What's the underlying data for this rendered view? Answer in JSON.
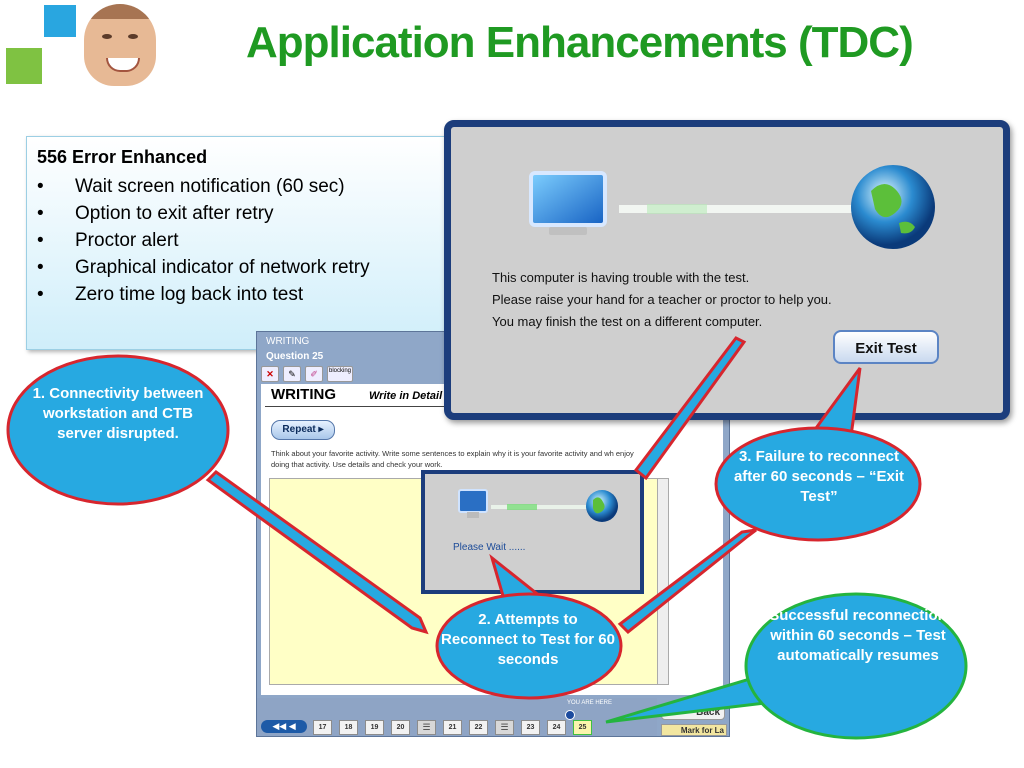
{
  "header": {
    "title": "Application Enhancements (TDC)"
  },
  "info_box": {
    "title": "556 Error Enhanced",
    "bullets": [
      "Wait screen notification (60 sec)",
      "Option to exit after retry",
      "Proctor alert",
      "Graphical indicator of network retry",
      "Zero time log back into test"
    ]
  },
  "test_app": {
    "section": "WRITING",
    "question": "Question  25",
    "tool_label": "blocking",
    "heading": "WRITING",
    "subheading": "Write in Detail",
    "repeat_label": "Repeat ▸",
    "prompt": "Think about your favorite activity. Write some sentences to explain why it is your favorite activity and wh enjoy doing that activity. Use details and check your work.",
    "you_are_here": "YOU ARE HERE",
    "questions": [
      "17",
      "18",
      "19",
      "20",
      "21",
      "22",
      "23",
      "24",
      "25"
    ],
    "current_question": "25",
    "back_label": "Back",
    "mark_label": "Mark for La"
  },
  "dialog": {
    "lines": [
      "This computer is having trouble with the test.",
      "Please raise your hand for a teacher or proctor to help you.",
      "You may finish the test on a different computer."
    ],
    "exit_label": "Exit Test"
  },
  "wait_dialog": {
    "text": "Please Wait ......"
  },
  "callouts": {
    "c1": "1. Connectivity between workstation and CTB server disrupted.",
    "c2": "2. Attempts to Reconnect to Test for 60 seconds",
    "c3": "3. Failure to reconnect after 60 seconds – “Exit Test”",
    "c4": "Successful reconnection within 60 seconds – Test automatically resumes"
  },
  "colors": {
    "title_green": "#1f9a22",
    "callout_blue": "#27a9e1",
    "callout_red": "#d7262e",
    "callout_green": "#24b43f",
    "dialog_border": "#1c3d7c"
  }
}
